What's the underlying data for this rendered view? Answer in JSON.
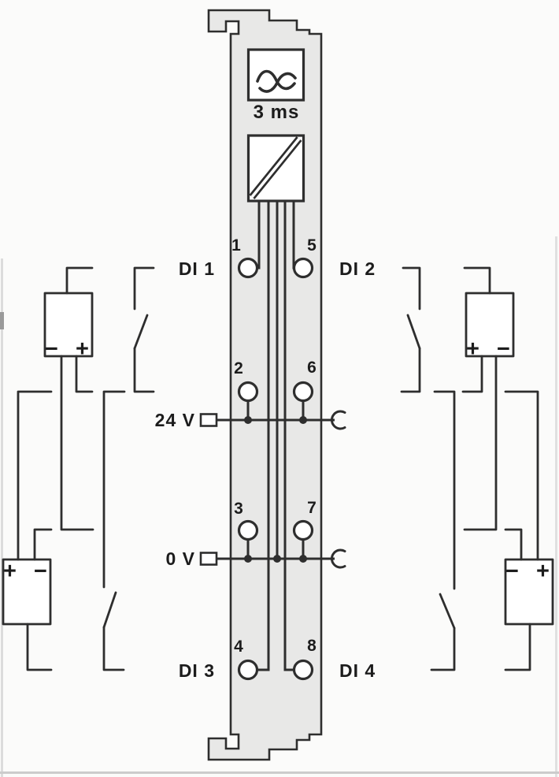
{
  "diagram": {
    "module": {
      "filter_label": "3 ms",
      "terminals": [
        {
          "number": "1"
        },
        {
          "number": "5"
        },
        {
          "number": "2"
        },
        {
          "number": "6"
        },
        {
          "number": "3"
        },
        {
          "number": "7"
        },
        {
          "number": "4"
        },
        {
          "number": "8"
        }
      ],
      "channels": [
        {
          "label": "DI 1"
        },
        {
          "label": "DI 2"
        },
        {
          "label": "DI 3"
        },
        {
          "label": "DI 4"
        }
      ],
      "rails": [
        {
          "label": "24 V"
        },
        {
          "label": "0 V"
        }
      ]
    },
    "field_devices": {
      "sources": [
        {
          "id": "left-upper",
          "polarity": "− +"
        },
        {
          "id": "left-lower",
          "polarity": "+ −"
        },
        {
          "id": "right-upper",
          "polarity": "+ −"
        },
        {
          "id": "right-lower",
          "polarity": "− +"
        }
      ]
    },
    "colors": {
      "line": "#2e2e2e",
      "module_fill": "#e8e8e7",
      "box_fill": "#ffffff",
      "page_edge": "#d9d9d9"
    }
  }
}
